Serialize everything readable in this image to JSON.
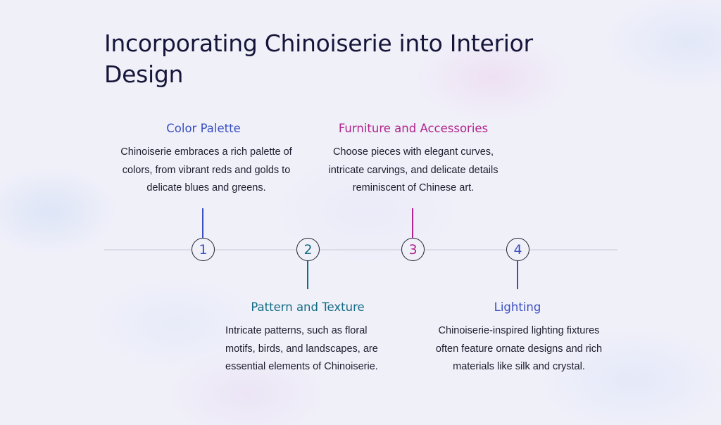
{
  "title": "Incorporating Chinoiserie into Interior Design",
  "colors": {
    "step1": "#3a4fc2",
    "step2": "#146c84",
    "step3": "#b0258c",
    "step4": "#3a4fc2",
    "axis": "#dcdce8",
    "text": "#1d1d2e"
  },
  "steps": [
    {
      "number": "1",
      "title": "Color Palette",
      "description": "Chinoiserie embraces a rich palette of colors, from vibrant reds and golds to delicate blues and greens."
    },
    {
      "number": "2",
      "title": "Pattern and Texture",
      "description": "Intricate patterns, such as floral motifs, birds, and landscapes, are essential elements of Chinoiserie."
    },
    {
      "number": "3",
      "title": "Furniture and Accessories",
      "description": "Choose pieces with elegant curves, intricate carvings, and delicate details reminiscent of Chinese art."
    },
    {
      "number": "4",
      "title": "Lighting",
      "description": "Chinoiserie-inspired lighting fixtures often feature ornate designs and rich materials like silk and crystal."
    }
  ]
}
